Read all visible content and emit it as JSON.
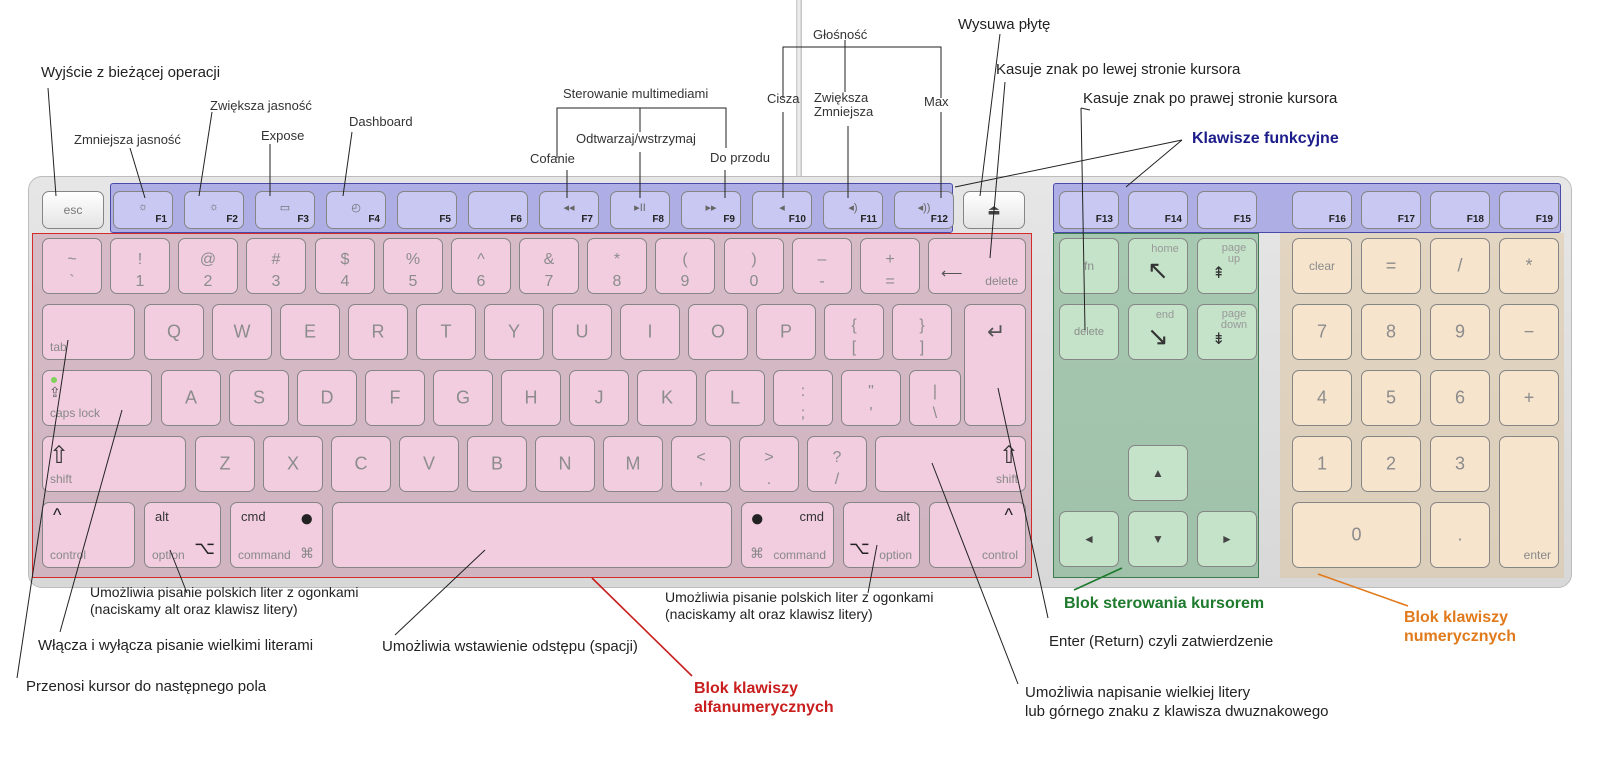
{
  "colors": {
    "function_block": "#1c1c8a",
    "alpha_block": "#c81e1e",
    "cursor_block": "#1e7a2c",
    "numeric_block": "#e07a1c"
  },
  "callouts": {
    "escape": "Wyjście z bieżącej operacji",
    "brightness_down": "Zmniejsza jasność",
    "brightness_up": "Zwiększa jasność",
    "expose": "Expose",
    "dashboard": "Dashboard",
    "multimedia": "Sterowanie multimediami",
    "rewind": "Cofanie",
    "play_pause": "Odtwarzaj/wstrzymaj",
    "forward": "Do przodu",
    "volume": "Głośność",
    "mute": "Cisza",
    "vol_up_down": "Zwiększa\nZmniejsza",
    "max": "Max",
    "eject": "Wysuwa płytę",
    "delete_left": "Kasuje znak po lewej stronie kursora",
    "delete_right": "Kasuje znak po prawej stronie kursora",
    "option_left": "Umożliwia pisanie polskich liter z ogonkami\n(naciskamy alt oraz klawisz litery)",
    "option_right": "Umożliwia pisanie polskich liter z ogonkami\n(naciskamy alt oraz klawisz litery)",
    "caps": "Włącza i wyłącza pisanie wielkimi literami",
    "tab": "Przenosi kursor do następnego pola",
    "space": "Umożliwia wstawienie odstępu (spacji)",
    "enter": "Enter (Return) czyli zatwierdzenie",
    "shift": "Umożliwia napisanie wielkiej litery\nlub górnego znaku z klawisza dwuznakowego"
  },
  "blocks": {
    "function": "Klawisze funkcyjne",
    "alpha": "Blok klawiszy\nalfanumerycznych",
    "cursor": "Blok sterowania kursorem",
    "numeric": "Blok klawiszy\nnumerycznych"
  },
  "keys": {
    "esc": "esc",
    "eject": "⏏",
    "f": {
      "f1": {
        "label": "F1",
        "icon": "☼"
      },
      "f2": {
        "label": "F2",
        "icon": "☼"
      },
      "f3": {
        "label": "F3",
        "icon": "▭"
      },
      "f4": {
        "label": "F4",
        "icon": "◴"
      },
      "f5": {
        "label": "F5",
        "icon": ""
      },
      "f6": {
        "label": "F6",
        "icon": ""
      },
      "f7": {
        "label": "F7",
        "icon": "◂◂"
      },
      "f8": {
        "label": "F8",
        "icon": "▸II"
      },
      "f9": {
        "label": "F9",
        "icon": "▸▸"
      },
      "f10": {
        "label": "F10",
        "icon": "◂"
      },
      "f11": {
        "label": "F11",
        "icon": "◂)"
      },
      "f12": {
        "label": "F12",
        "icon": "◂))"
      },
      "f13": {
        "label": "F13",
        "icon": ""
      },
      "f14": {
        "label": "F14",
        "icon": ""
      },
      "f15": {
        "label": "F15",
        "icon": ""
      },
      "f16": {
        "label": "F16",
        "icon": ""
      },
      "f17": {
        "label": "F17",
        "icon": ""
      },
      "f18": {
        "label": "F18",
        "icon": ""
      },
      "f19": {
        "label": "F19",
        "icon": ""
      }
    },
    "num_row": [
      "~\n`",
      "!\n1",
      "@\n2",
      "#\n3",
      "$\n4",
      "%\n5",
      "^\n6",
      "&\n7",
      "*\n8",
      "(\n9",
      ")\n0",
      "–\n-",
      "+\n="
    ],
    "delete": "delete",
    "tab": "tab",
    "row_q": [
      "Q",
      "W",
      "E",
      "R",
      "T",
      "Y",
      "U",
      "I",
      "O",
      "P",
      "{\n[",
      "}\n]"
    ],
    "caps": "caps lock",
    "row_a": [
      "A",
      "S",
      "D",
      "F",
      "G",
      "H",
      "J",
      "K",
      "L",
      ":\n;",
      "\"\n'",
      "|\n\\"
    ],
    "shift": "shift",
    "row_z": [
      "Z",
      "X",
      "C",
      "V",
      "B",
      "N",
      "M",
      "<\n,",
      ">\n.",
      "?\n/"
    ],
    "control": "control",
    "alt": "alt",
    "option": "option",
    "cmd": "cmd",
    "command": "command",
    "fn": "fn",
    "home": "home",
    "end": "end",
    "page_up": "page\nup",
    "page_down": "page\ndown",
    "delete_fwd": "delete",
    "num_top": [
      "clear",
      "=",
      "/",
      "*"
    ],
    "num_r2": [
      "7",
      "8",
      "9",
      "−"
    ],
    "num_r3": [
      "4",
      "5",
      "6",
      "+"
    ],
    "num_r4": [
      "1",
      "2",
      "3"
    ],
    "num_zero": "0",
    "num_dot": ".",
    "enter": "enter"
  }
}
